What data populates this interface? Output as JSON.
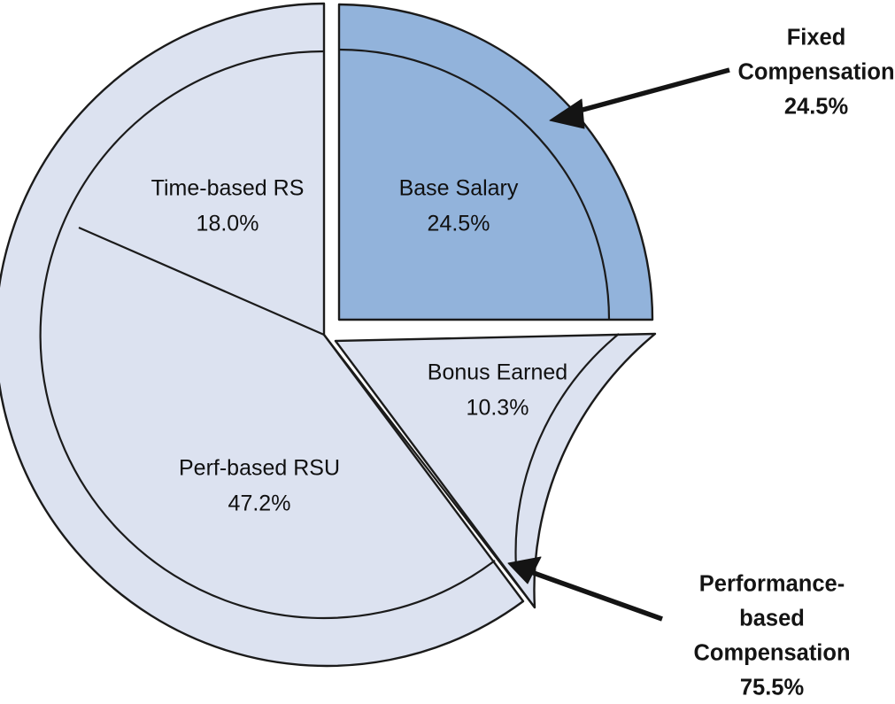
{
  "chart_data": {
    "type": "pie",
    "title": "",
    "subtitle": "",
    "xlabel": "",
    "ylabel": "",
    "legend_position": "none",
    "grid": false,
    "categories": [
      "Base Salary",
      "Bonus Earned",
      "Perf-based RSU",
      "Time-based RS"
    ],
    "values": [
      24.5,
      10.3,
      47.2,
      18.0
    ],
    "value_labels": [
      "24.5%",
      "10.3%",
      "47.2%",
      "18.0%"
    ],
    "units": "percent",
    "slices": [
      {
        "name": "Base Salary",
        "value": 24.5,
        "value_label": "24.5%",
        "color": "#92b3db",
        "group": "Fixed Compensation",
        "exploded": true
      },
      {
        "name": "Bonus Earned",
        "value": 10.3,
        "value_label": "10.3%",
        "color": "#dce2f0",
        "group": "Performance-based Compensation",
        "exploded": true
      },
      {
        "name": "Perf-based RSU",
        "value": 47.2,
        "value_label": "47.2%",
        "color": "#dce2f0",
        "group": "Performance-based Compensation",
        "exploded": false
      },
      {
        "name": "Time-based RS",
        "value": 18.0,
        "value_label": "18.0%",
        "color": "#dce2f0",
        "group": "Performance-based Compensation",
        "exploded": false
      }
    ],
    "groups": [
      {
        "name": "Fixed Compensation",
        "value": 24.5,
        "value_label": "24.5%"
      },
      {
        "name": "Performance-based Compensation",
        "value": 75.5,
        "value_label": "75.5%"
      }
    ],
    "annotations": [
      {
        "text": "Fixed Compensation 24.5%",
        "points_to": "Base Salary"
      },
      {
        "text": "Performance-based Compensation 75.5%",
        "points_to": "Perf-based RSU"
      }
    ]
  },
  "slice_labels": {
    "base_salary": {
      "name": "Base Salary",
      "value": "24.5%"
    },
    "bonus_earned": {
      "name": "Bonus Earned",
      "value": "10.3%"
    },
    "perf_rsu": {
      "name": "Perf-based RSU",
      "value": "47.2%"
    },
    "time_rs": {
      "name": "Time-based RS",
      "value": "18.0%"
    }
  },
  "callouts": {
    "fixed": {
      "line1": "Fixed",
      "line2": "Compensation",
      "line3": "24.5%"
    },
    "performance": {
      "line1": "Performance-",
      "line2": "based",
      "line3": "Compensation",
      "line4": "75.5%"
    }
  },
  "colors": {
    "fixed_slice": "#92b3db",
    "performance_slice": "#dce2f0",
    "outline": "#1b1b1b",
    "text": "#101010",
    "annotation": "#141414",
    "background": "#ffffff"
  }
}
